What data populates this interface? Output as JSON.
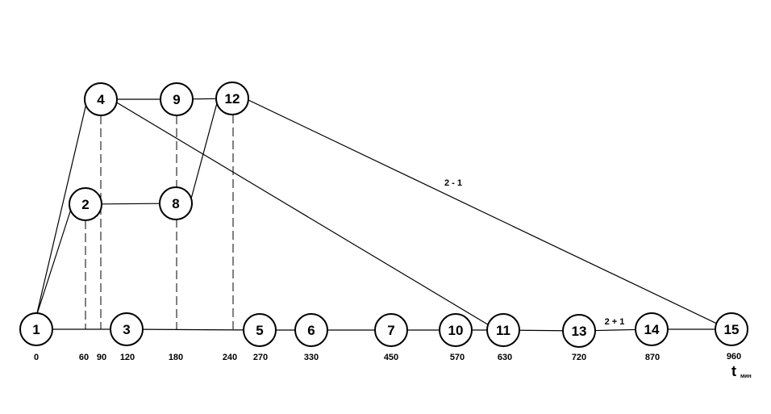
{
  "diagram": {
    "nodes": [
      {
        "id": "1",
        "label": "1"
      },
      {
        "id": "2",
        "label": "2"
      },
      {
        "id": "3",
        "label": "3"
      },
      {
        "id": "4",
        "label": "4"
      },
      {
        "id": "5",
        "label": "5"
      },
      {
        "id": "6",
        "label": "6"
      },
      {
        "id": "7",
        "label": "7"
      },
      {
        "id": "8",
        "label": "8"
      },
      {
        "id": "9",
        "label": "9"
      },
      {
        "id": "10",
        "label": "10"
      },
      {
        "id": "11",
        "label": "11"
      },
      {
        "id": "12",
        "label": "12"
      },
      {
        "id": "13",
        "label": "13"
      },
      {
        "id": "14",
        "label": "14"
      },
      {
        "id": "15",
        "label": "15"
      }
    ],
    "edges": [
      {
        "from": "1",
        "to": "3"
      },
      {
        "from": "3",
        "to": "5"
      },
      {
        "from": "5",
        "to": "6"
      },
      {
        "from": "6",
        "to": "7"
      },
      {
        "from": "7",
        "to": "10"
      },
      {
        "from": "10",
        "to": "11"
      },
      {
        "from": "11",
        "to": "13"
      },
      {
        "from": "13",
        "to": "14",
        "label": "2 + 1"
      },
      {
        "from": "14",
        "to": "15"
      },
      {
        "from": "1",
        "to": "2"
      },
      {
        "from": "1",
        "to": "4"
      },
      {
        "from": "2",
        "to": "8"
      },
      {
        "from": "8",
        "to": "12"
      },
      {
        "from": "4",
        "to": "9"
      },
      {
        "from": "9",
        "to": "12"
      },
      {
        "from": "4",
        "to": "11"
      },
      {
        "from": "12",
        "to": "15",
        "label": "2 - 1"
      }
    ],
    "time_ticks": [
      "0",
      "60",
      "90",
      "120",
      "180",
      "240",
      "270",
      "330",
      "450",
      "570",
      "630",
      "720",
      "870",
      "960"
    ],
    "axis_label": {
      "main": "t",
      "sub": "мин"
    }
  }
}
